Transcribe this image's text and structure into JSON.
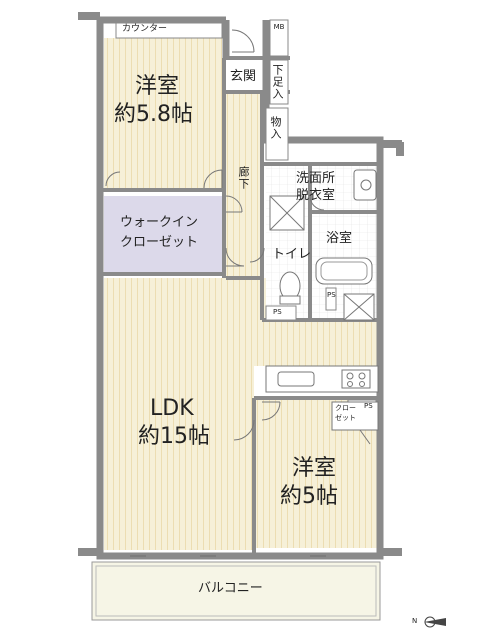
{
  "rooms": {
    "western1": {
      "name": "洋室",
      "size": "約5.8帖"
    },
    "walkin": {
      "line1": "ウォークイン",
      "line2": "クローゼット"
    },
    "counter": "カウンター",
    "entrance": "玄関",
    "mb": "MB",
    "shoebox": "下足入",
    "storage": "物入",
    "corridor": "廊下",
    "washroom": {
      "line1": "洗面所",
      "line2": "脱衣室"
    },
    "bathroom": "浴室",
    "toilet": "トイレ",
    "ps1": "PS",
    "ps2": "PS",
    "ps3": "PS",
    "ldk": {
      "name": "LDK",
      "size": "約15帖"
    },
    "closet": {
      "line1": "クロー",
      "line2": "ゼット"
    },
    "western2": {
      "name": "洋室",
      "size": "約5帖"
    },
    "balcony": "バルコニー"
  },
  "compass": {
    "label": "N"
  },
  "colors": {
    "floor_wood": "#f6f0d8",
    "floor_closet": "#dcd9ea",
    "balcony": "#f6f5e6",
    "wall": "#8a8a8a",
    "wet_area": "#ffffff"
  }
}
